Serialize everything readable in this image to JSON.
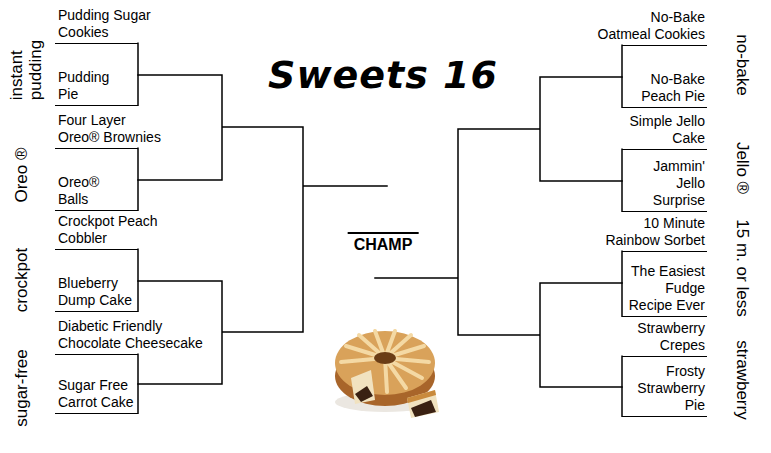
{
  "diagram": {
    "title": "Sweets 16",
    "nodes": [
      {
        "text": [
          "Pudding Sugar Cookies"
        ]
      },
      {
        "text": [
          "Pudding Pie"
        ]
      },
      {
        "text": [
          "Four Layer Oreo® Brownies"
        ]
      },
      {
        "text": [
          "Oreo® Balls"
        ]
      },
      {
        "text": [
          "Crockpot Peach Cobbler"
        ]
      },
      {
        "text": [
          "Blueberry Dump Cake"
        ]
      },
      {
        "text": [
          "Diabetic Friendly Chocolate Cheesecake"
        ]
      },
      {
        "text": [
          "Sugar Free Carrot Cake"
        ]
      },
      {
        "text": [
          "No-Bake Oatmeal Cookies"
        ]
      },
      {
        "text": [
          "No-Bake Peach Pie"
        ]
      },
      {
        "text": [
          "Simple Jello Cake"
        ]
      },
      {
        "text": [
          "Jammin' Jello Surprise"
        ]
      },
      {
        "text": [
          "10 Minute Rainbow Sorbet"
        ]
      },
      {
        "text": [
          "The Easiest Fudge Recipe Ever"
        ]
      },
      {
        "text": [
          "Strawberry Crepes"
        ]
      },
      {
        "text": [
          "Frosty Strawberry Pie"
        ]
      }
    ],
    "edges": [
      {
        "from": 0,
        "to": 1,
        "arrow": "none"
      },
      {
        "from": 2,
        "to": 3,
        "arrow": "none"
      },
      {
        "from": 4,
        "to": 5,
        "arrow": "none"
      },
      {
        "from": 6,
        "to": 7,
        "arrow": "none"
      },
      {
        "from": 8,
        "to": 9,
        "arrow": "none"
      },
      {
        "from": 10,
        "to": 11,
        "arrow": "none"
      },
      {
        "from": 12,
        "to": 13,
        "arrow": "none"
      },
      {
        "from": 14,
        "to": 15,
        "arrow": "none"
      }
    ],
    "labels": [
      "CHAMP",
      "instant pudding",
      "Oreo ®",
      "crockpot",
      "sugar-free",
      "no-bake",
      "Jello ®",
      "15 m. or less",
      "strawberry"
    ]
  }
}
